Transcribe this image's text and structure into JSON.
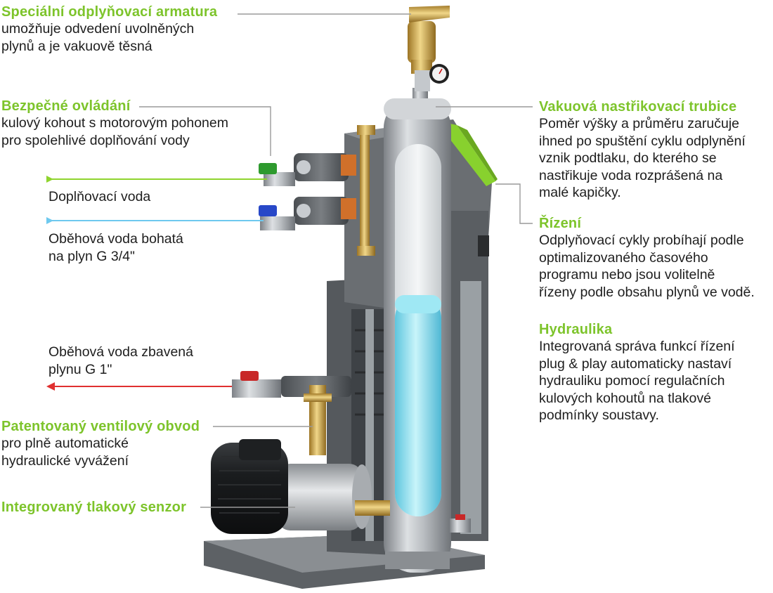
{
  "colors": {
    "accent_green": "#7dc42b",
    "makeup_line": "#8fd42e",
    "circulation_line": "#6ec9ef",
    "degassed_line": "#e03030",
    "leader_line": "#9a9a9a",
    "water": "#7fe0f0",
    "steel": "#b8bcc0",
    "brass": "#c9a24a",
    "housing": "#5e6266"
  },
  "labels": {
    "vent": {
      "title": "Speciální odplyňovací armatura",
      "lines": [
        "umožňuje odvedení uvolněných",
        "plynů a je vakuově těsná"
      ]
    },
    "control": {
      "title": "Bezpečné ovládání",
      "lines": [
        "kulový kohout s motorovým pohonem",
        "pro spolehlivé doplňování vody"
      ]
    },
    "valve_circuit": {
      "title": "Patentovaný ventilový obvod",
      "lines": [
        "pro plně automatické",
        "hydraulické vyvážení"
      ]
    },
    "sensor": {
      "title": "Integrovaný tlakový senzor"
    },
    "tube": {
      "title": "Vakuová nastřikovací trubice",
      "lines": [
        "Poměr výšky a průměru zaručuje",
        "ihned po spuštění cyklu odplynění",
        "vznik podtlaku, do kterého se",
        "nastřikuje voda rozprášená na",
        "malé kapičky."
      ]
    },
    "regulation": {
      "title": "Řízení",
      "lines": [
        "Odplyňovací cykly probíhají podle",
        "optimalizovaného časového",
        "programu nebo jsou volitelně",
        "řízeny podle obsahu plynů ve vodě."
      ]
    },
    "hydraulics": {
      "title": "Hydraulika",
      "lines": [
        "Integrovaná správa funkcí řízení",
        "plug & play automaticky nastaví",
        "hydrauliku pomocí regulačních",
        "kulových kohoutů na tlakové",
        "podmínky soustavy."
      ]
    }
  },
  "flows": {
    "makeup": {
      "lines": [
        "Doplňovací voda"
      ]
    },
    "circulation_in": {
      "lines": [
        "Oběhová voda bohatá",
        "na plyn G 3/4\""
      ]
    },
    "circulation_out": {
      "lines": [
        "Oběhová voda zbavená",
        "plynu G 1\""
      ]
    }
  }
}
